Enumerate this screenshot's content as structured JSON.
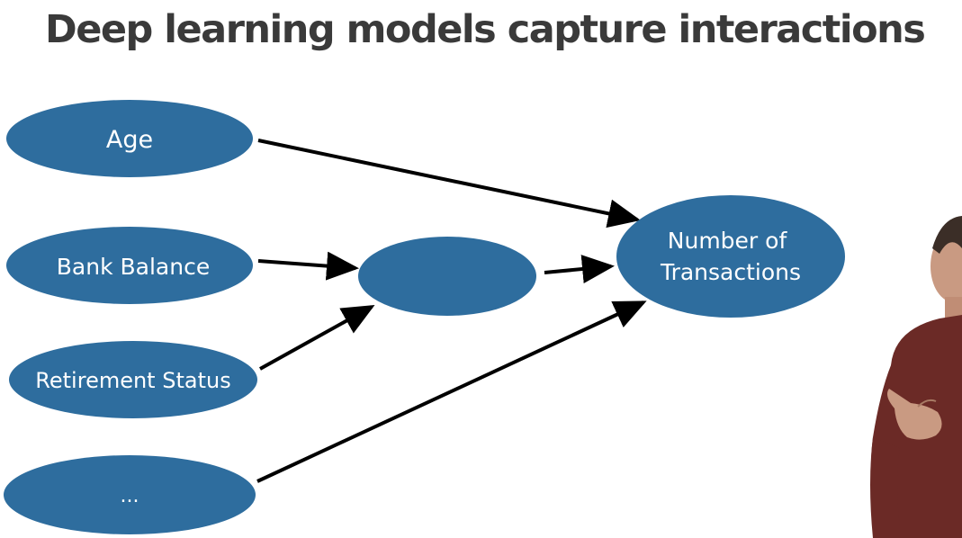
{
  "slide": {
    "title": "Deep learning models capture interactions"
  },
  "diagram": {
    "node_color": "#2e6d9e",
    "nodes": {
      "age": "Age",
      "bank_balance": "Bank Balance",
      "retirement_status": "Retirement Status",
      "ellipsis": "...",
      "hidden": "",
      "output_line1": "Number of",
      "output_line2": "Transactions"
    }
  },
  "speaker": {
    "shirt_color": "#6b2a26"
  }
}
